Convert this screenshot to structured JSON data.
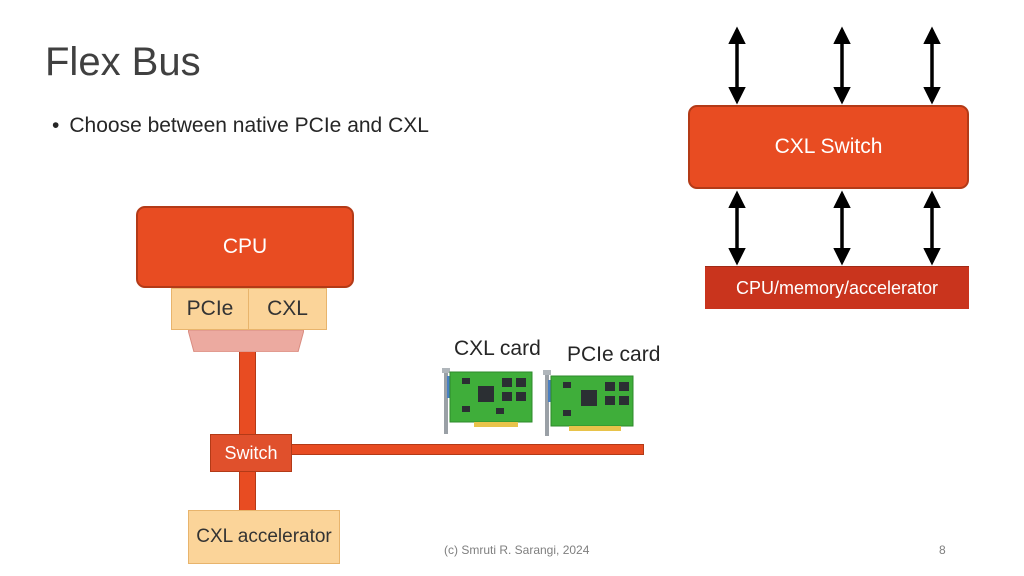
{
  "slide": {
    "title": "Flex Bus",
    "bullet": "Choose between native PCIe and CXL",
    "footer": "(c) Smruti R. Sarangi, 2024",
    "page_number": "8"
  },
  "diagram": {
    "cpu_label": "CPU",
    "pcie_port_label": "PCIe",
    "cxl_port_label": "CXL",
    "switch_label": "Switch",
    "accelerator_label": "CXL accelerator",
    "cxl_card_label": "CXL card",
    "pcie_card_label": "PCIe card",
    "cxl_switch_label": "CXL Switch",
    "bottom_device_label": "CPU/memory/accelerator"
  },
  "colors": {
    "orange": "#e84c22",
    "dark_orange": "#c9341d",
    "peach": "#fbd499",
    "card_green": "#3fae3a"
  }
}
